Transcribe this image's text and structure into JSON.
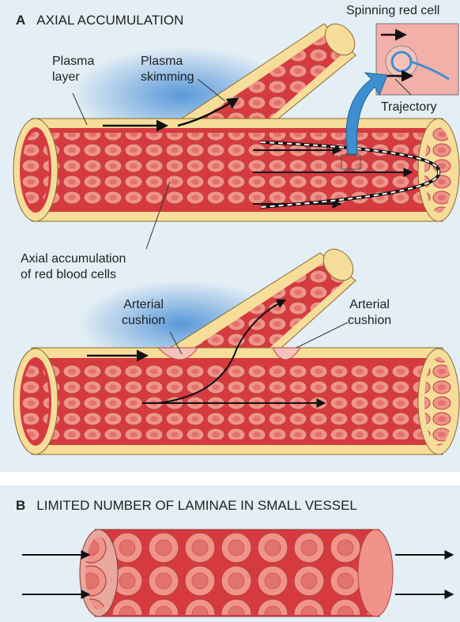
{
  "panel_a": {
    "letter": "A",
    "title": "AXIAL ACCUMULATION",
    "labels": {
      "plasma_layer": [
        "Plasma",
        "layer"
      ],
      "plasma_skimming": [
        "Plasma",
        "skimming"
      ],
      "spinning_red_cell": "Spinning red cell",
      "trajectory": "Trajectory",
      "axial_accumulation": [
        "Axial accumulation",
        "of red blood cells"
      ],
      "arterial_cushion_left": [
        "Arterial",
        "cushion"
      ],
      "arterial_cushion_right": [
        "Arterial",
        "cushion"
      ]
    }
  },
  "panel_b": {
    "letter": "B",
    "title": "LIMITED NUMBER OF LAMINAE IN SMALL VESSEL"
  },
  "colors": {
    "panel_bg": "#e3eef5",
    "vessel_wall": "#f6dd9a",
    "lumen": "#d63a3f",
    "red_cell": "#f0938a",
    "arrow_blue": "#3e8fd0"
  }
}
